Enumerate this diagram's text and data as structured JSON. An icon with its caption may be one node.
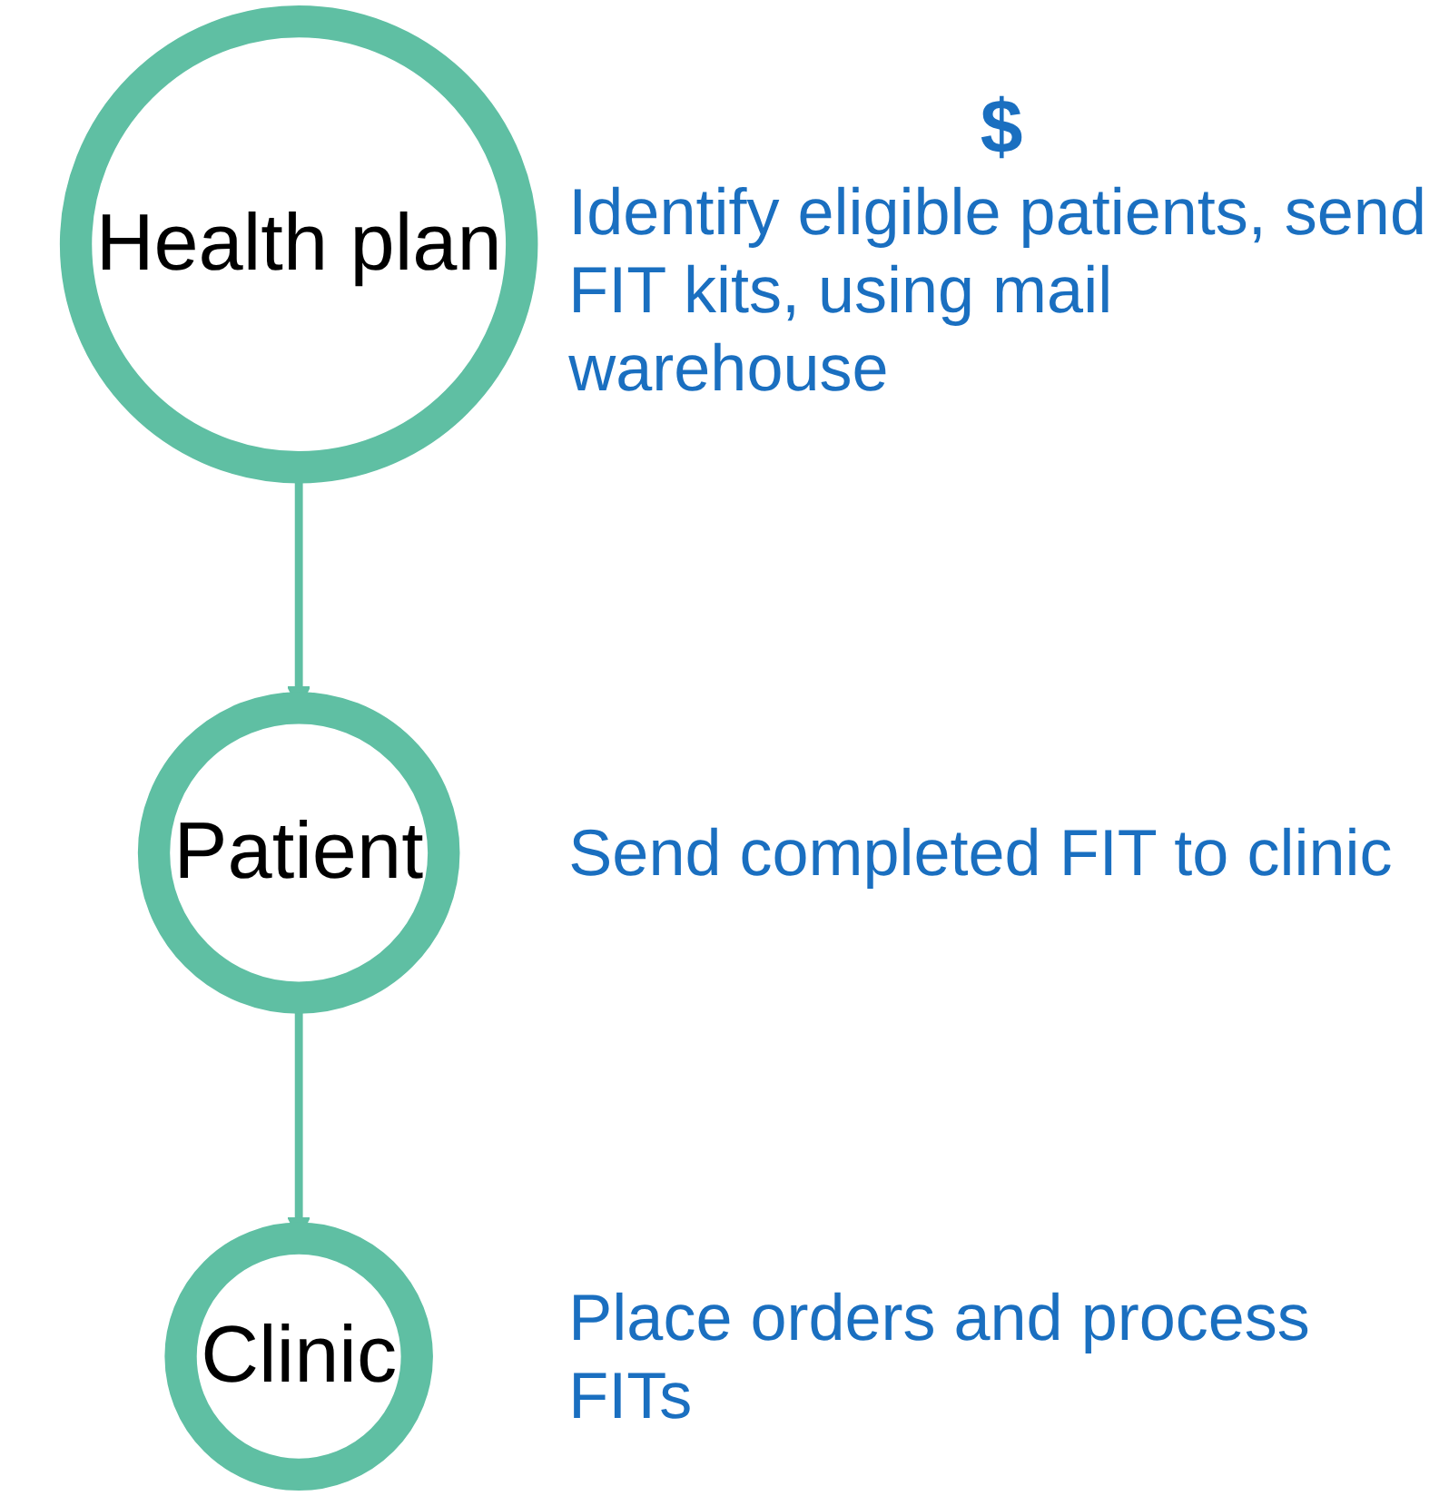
{
  "diagram": {
    "nodes": [
      {
        "text": [
          "Health plan"
        ],
        "beside": [
          "$",
          "Identify eligible patients, send FIT kits, using mail warehouse"
        ]
      },
      {
        "text": [
          "Patient"
        ],
        "beside": [
          "Send completed FIT to clinic"
        ]
      },
      {
        "text": [
          "Clinic"
        ],
        "beside": [
          "Place orders and process FITs"
        ]
      }
    ],
    "edges": [
      {
        "from": 0,
        "to": 1,
        "arrow": "to"
      },
      {
        "from": 1,
        "to": 2,
        "arrow": "to"
      }
    ]
  }
}
